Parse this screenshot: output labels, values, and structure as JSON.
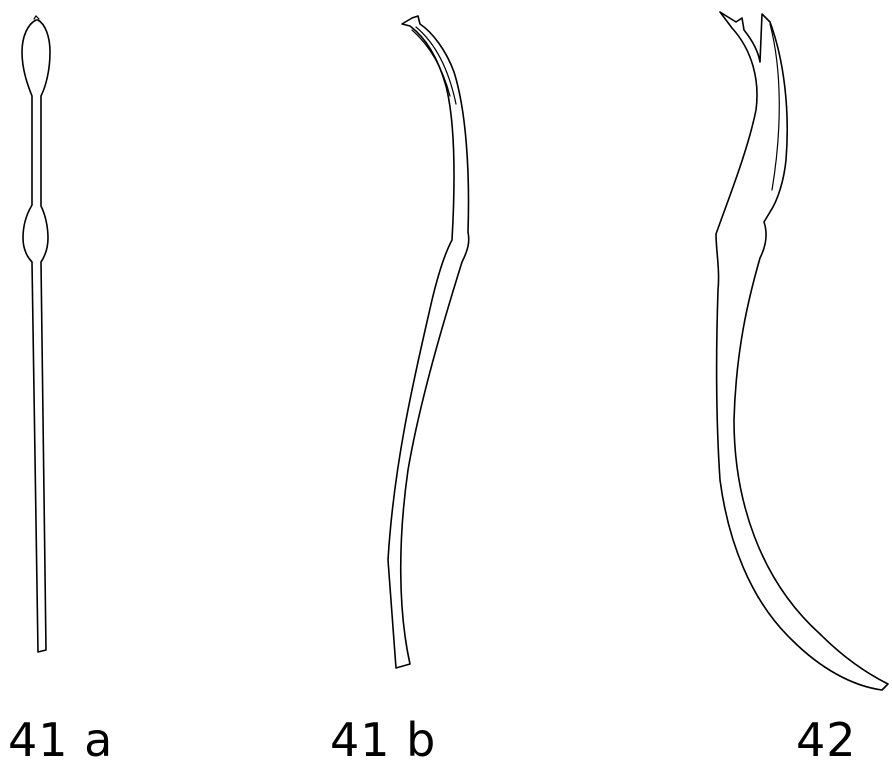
{
  "figures": [
    {
      "id": "41a",
      "label": "41 a"
    },
    {
      "id": "41b",
      "label": "41 b"
    },
    {
      "id": "42",
      "label": "42"
    }
  ]
}
